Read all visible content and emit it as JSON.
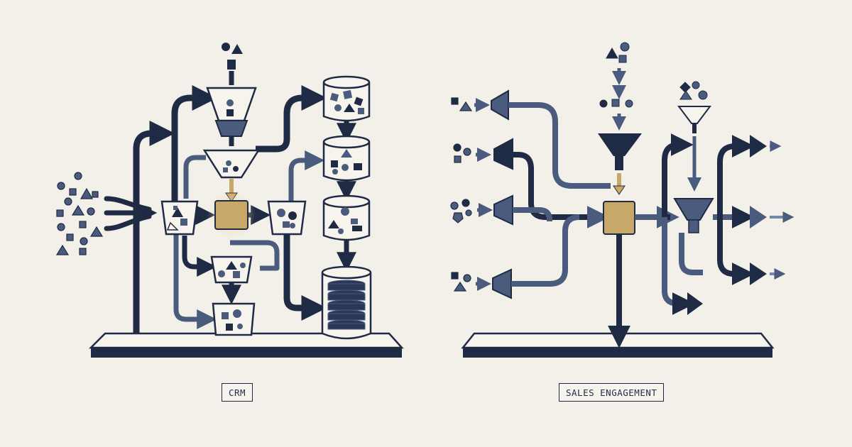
{
  "labels": {
    "crm": "CRM",
    "sales_engagement": "SALES ENGAGEMENT"
  },
  "colors": {
    "background": "#f3f0e9",
    "navy": "#1f2b44",
    "slate": "#4a5b7d",
    "slate_light": "#7586a8",
    "gold": "#c8a868",
    "container": "#f7f4ee"
  },
  "icons": [
    "funnel-icon",
    "cylinder-icon",
    "cup-icon",
    "processor-square-icon",
    "horn-icon",
    "arrow-icon",
    "shape-cluster-icon",
    "database-stack-icon",
    "platform-base"
  ]
}
